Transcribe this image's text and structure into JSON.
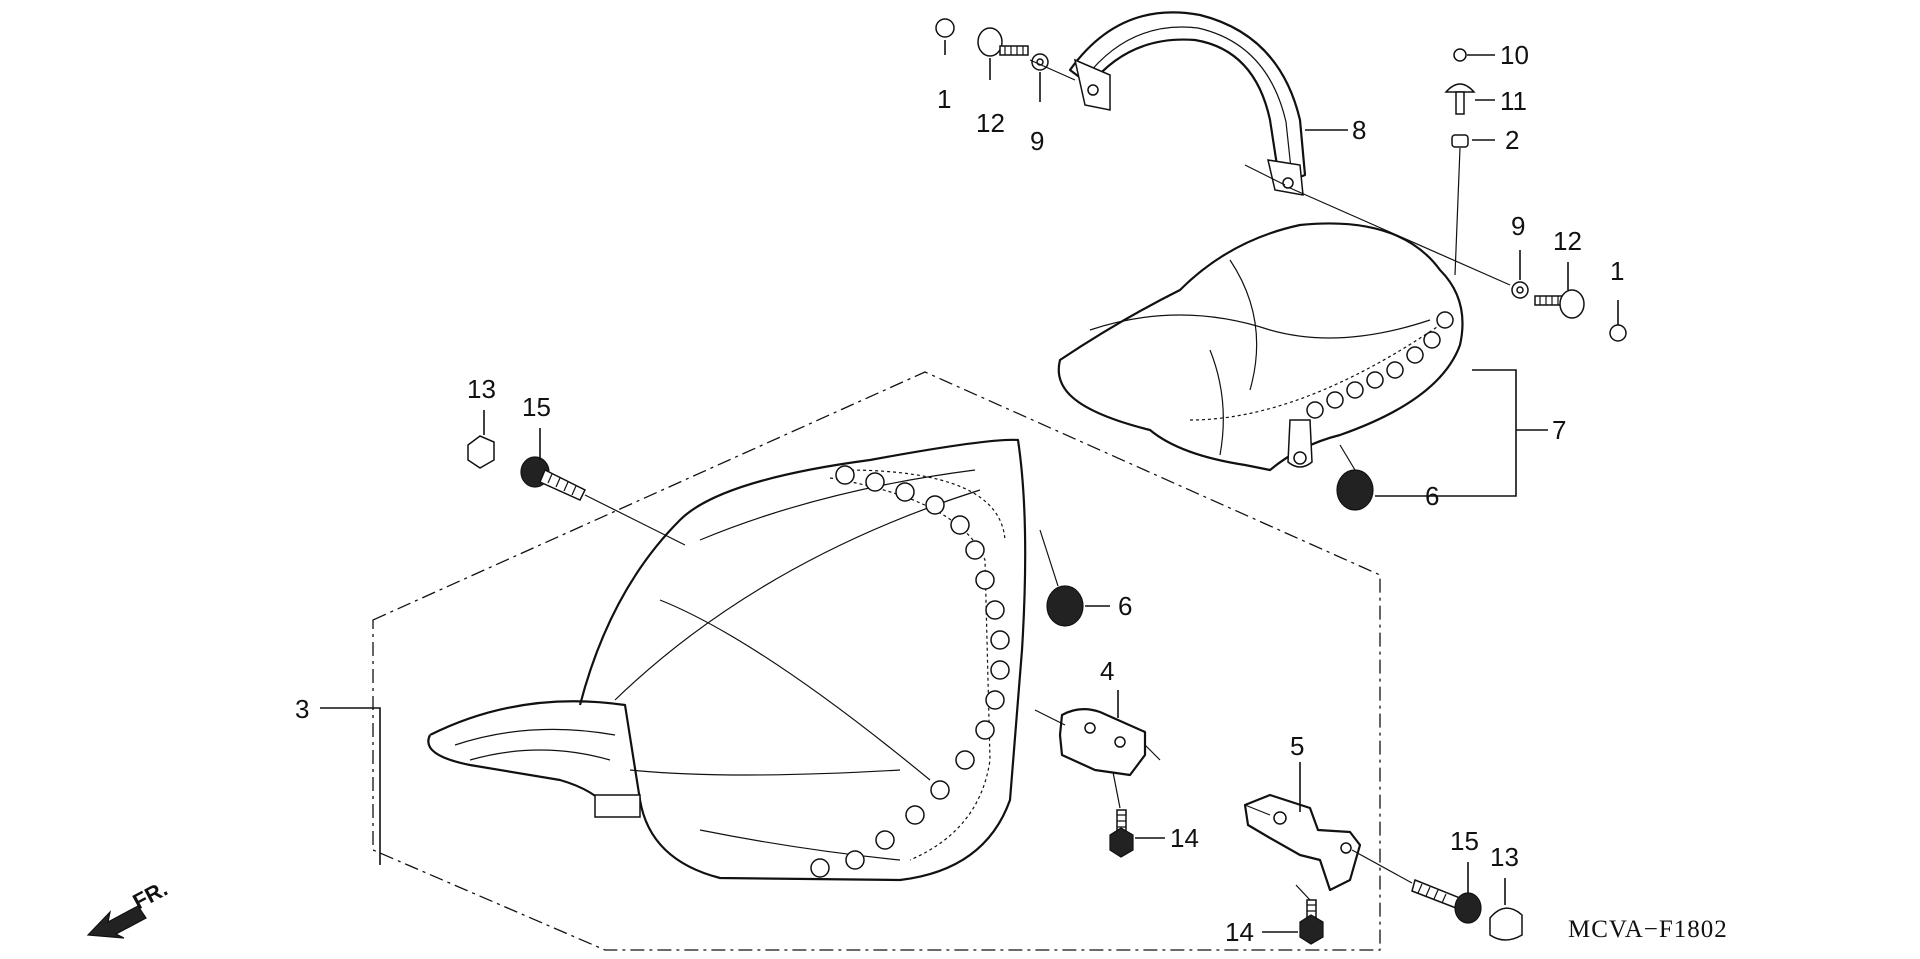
{
  "diagram": {
    "drawing_code": "MCVA−F1802",
    "front_indicator": "FR.",
    "callouts": [
      {
        "id": "c1a",
        "label": "1"
      },
      {
        "id": "c12a",
        "label": "12"
      },
      {
        "id": "c9a",
        "label": "9"
      },
      {
        "id": "c8",
        "label": "8"
      },
      {
        "id": "c10",
        "label": "10"
      },
      {
        "id": "c11",
        "label": "11"
      },
      {
        "id": "c2",
        "label": "2"
      },
      {
        "id": "c9b",
        "label": "9"
      },
      {
        "id": "c12b",
        "label": "12"
      },
      {
        "id": "c1b",
        "label": "1"
      },
      {
        "id": "c7",
        "label": "7"
      },
      {
        "id": "c6a",
        "label": "6"
      },
      {
        "id": "c13a",
        "label": "13"
      },
      {
        "id": "c15a",
        "label": "15"
      },
      {
        "id": "c6b",
        "label": "6"
      },
      {
        "id": "c3",
        "label": "3"
      },
      {
        "id": "c4",
        "label": "4"
      },
      {
        "id": "c14a",
        "label": "14"
      },
      {
        "id": "c5",
        "label": "5"
      },
      {
        "id": "c15b",
        "label": "15"
      },
      {
        "id": "c13b",
        "label": "13"
      },
      {
        "id": "c14b",
        "label": "14"
      }
    ]
  }
}
